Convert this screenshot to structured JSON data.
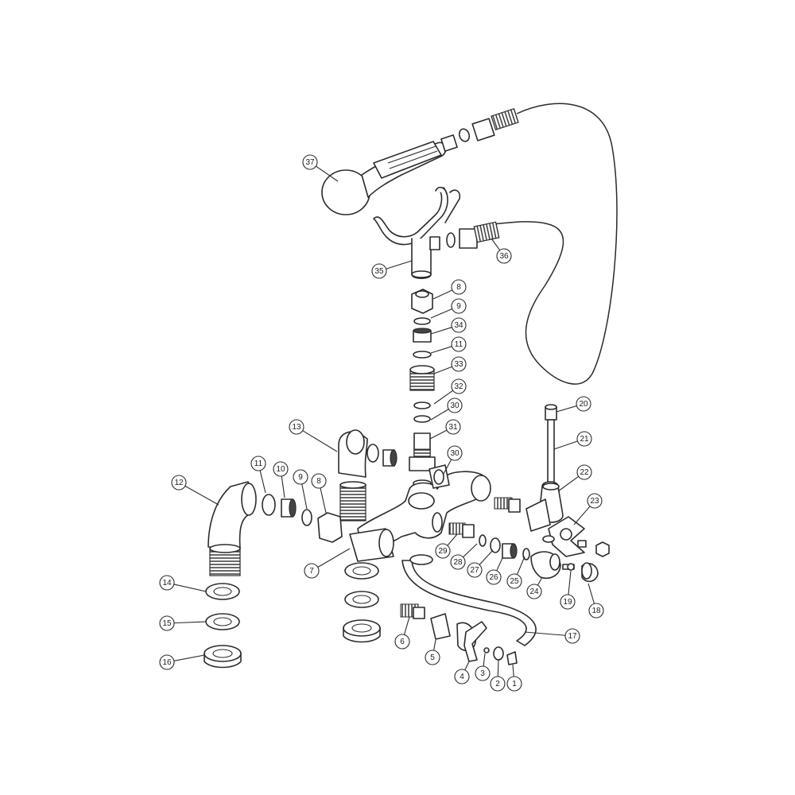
{
  "diagram": {
    "callouts": [
      {
        "label": "37"
      },
      {
        "label": "36"
      },
      {
        "label": "35"
      },
      {
        "label": "8"
      },
      {
        "label": "9"
      },
      {
        "label": "34"
      },
      {
        "label": "11"
      },
      {
        "label": "33"
      },
      {
        "label": "32"
      },
      {
        "label": "30"
      },
      {
        "label": "31"
      },
      {
        "label": "30"
      },
      {
        "label": "13"
      },
      {
        "label": "20"
      },
      {
        "label": "21"
      },
      {
        "label": "22"
      },
      {
        "label": "23"
      },
      {
        "label": "12"
      },
      {
        "label": "11"
      },
      {
        "label": "10"
      },
      {
        "label": "9"
      },
      {
        "label": "8"
      },
      {
        "label": "7"
      },
      {
        "label": "29"
      },
      {
        "label": "28"
      },
      {
        "label": "27"
      },
      {
        "label": "26"
      },
      {
        "label": "25"
      },
      {
        "label": "24"
      },
      {
        "label": "19"
      },
      {
        "label": "18"
      },
      {
        "label": "17"
      },
      {
        "label": "14"
      },
      {
        "label": "15"
      },
      {
        "label": "16"
      },
      {
        "label": "6"
      },
      {
        "label": "5"
      },
      {
        "label": "4"
      },
      {
        "label": "3"
      },
      {
        "label": "2"
      },
      {
        "label": "1"
      }
    ]
  }
}
